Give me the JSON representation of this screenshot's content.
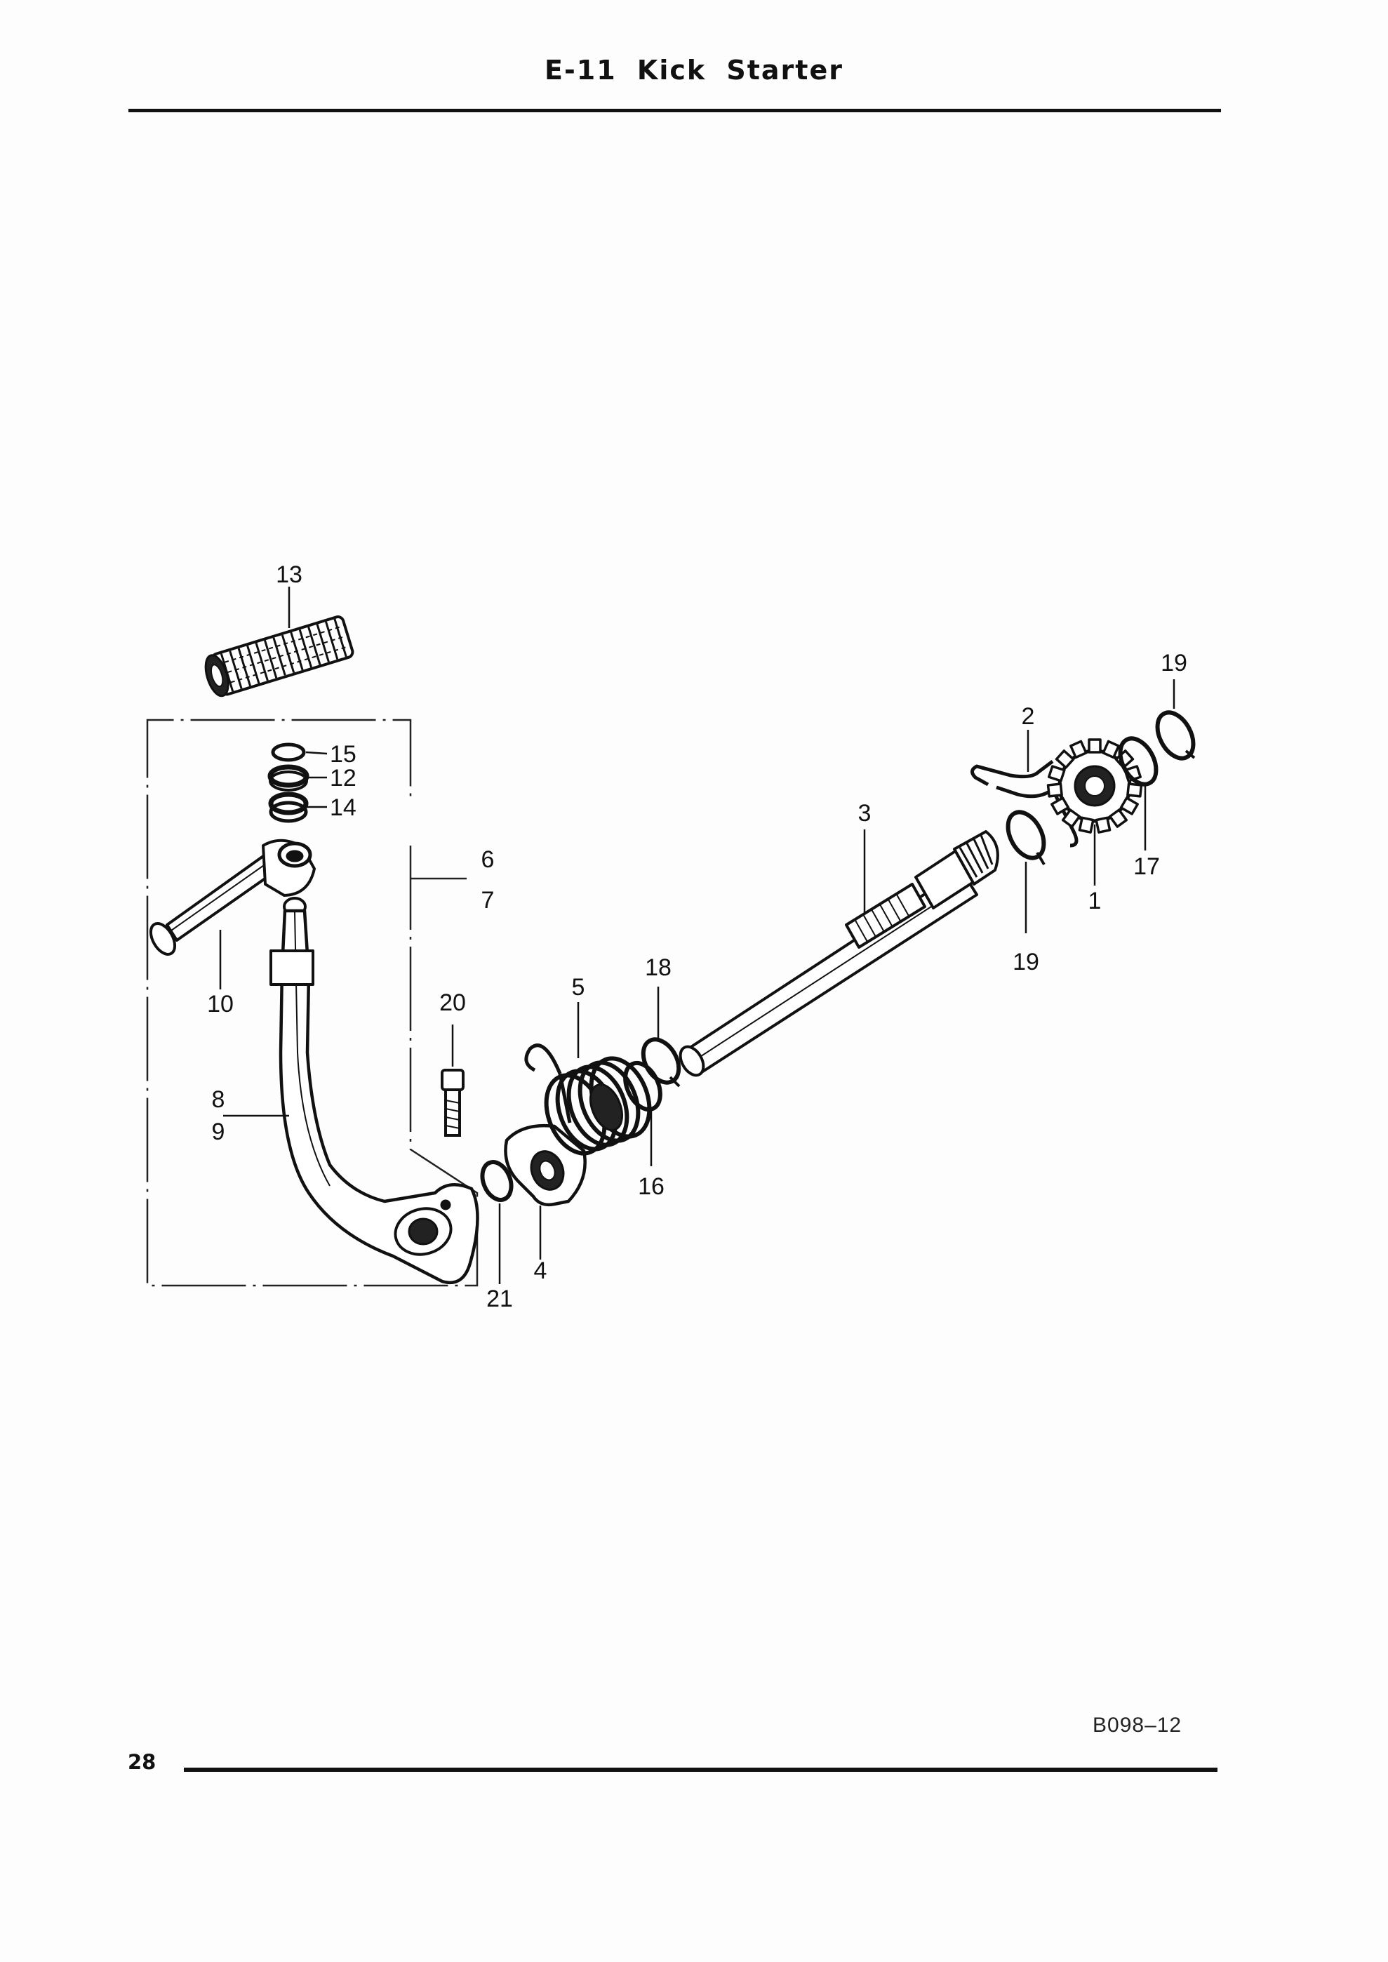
{
  "header": {
    "title": "E-11   Kick Starter"
  },
  "footer": {
    "page_number": "28",
    "figure_code": "B098–12"
  },
  "callouts": {
    "c1": "1",
    "c2": "2",
    "c3": "3",
    "c4": "4",
    "c5": "5",
    "c6": "6",
    "c7": "7",
    "c8": "8",
    "c9": "9",
    "c10": "10",
    "c12": "12",
    "c13": "13",
    "c14": "14",
    "c15": "15",
    "c16": "16",
    "c17": "17",
    "c18": "18",
    "c19a": "19",
    "c19b": "19",
    "c20": "20",
    "c21": "21"
  }
}
